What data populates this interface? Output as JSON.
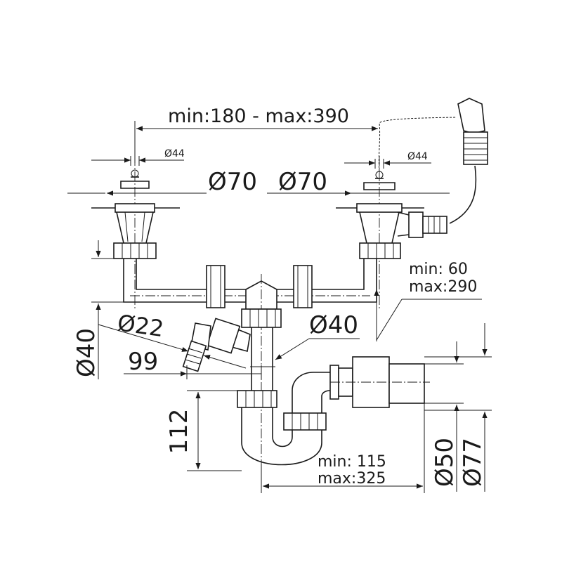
{
  "labels": {
    "sink_spacing": "min:180 - max:390",
    "strainer_left": "Ø44",
    "strainer_right": "Ø44",
    "bowl_left": "Ø70",
    "bowl_right": "Ø70",
    "riser_line1": "min:  60",
    "riser_line2": "max:290",
    "side_pipe": "Ø40",
    "side_outlet": "Ø22",
    "trap_outlet": "Ø40",
    "offset": "99",
    "trap_depth": "112",
    "reach_line1": "min: 115",
    "reach_line2": "max:325",
    "connector_inner": "Ø50",
    "connector_outer": "Ø77"
  }
}
